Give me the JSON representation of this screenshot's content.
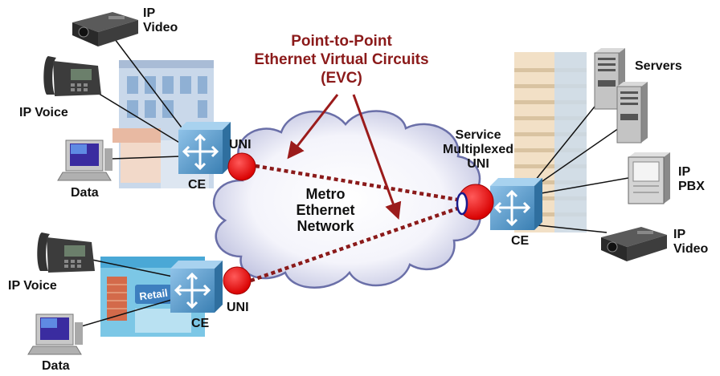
{
  "title": {
    "line1": "Point-to-Point",
    "line2": "Ethernet Virtual Circuits",
    "line3": "(EVC)"
  },
  "cloud": {
    "line1": "Metro",
    "line2": "Ethernet",
    "line3": "Network"
  },
  "service_uni": {
    "line1": "Service",
    "line2": "Multiplexed",
    "line3": "UNI"
  },
  "site_top": {
    "ip_video": [
      "IP",
      "Video"
    ],
    "ip_voice": "IP Voice",
    "data": "Data",
    "ce": "CE",
    "uni": "UNI"
  },
  "site_bottom": {
    "ip_voice": "IP Voice",
    "data": "Data",
    "ce": "CE",
    "uni": "UNI",
    "store_sign": "Retail"
  },
  "site_right": {
    "servers": "Servers",
    "ip_pbx": [
      "IP",
      "PBX"
    ],
    "ip_video": [
      "IP",
      "Video"
    ],
    "ce": "CE"
  },
  "colors": {
    "title": "#8b1a1a",
    "uni": "#e8000a",
    "evc_line": "#8b1a1a",
    "arrow": "#9b1b1b",
    "cloud_edge": "#6a6fa8",
    "ce_box": "#4f93c4"
  }
}
